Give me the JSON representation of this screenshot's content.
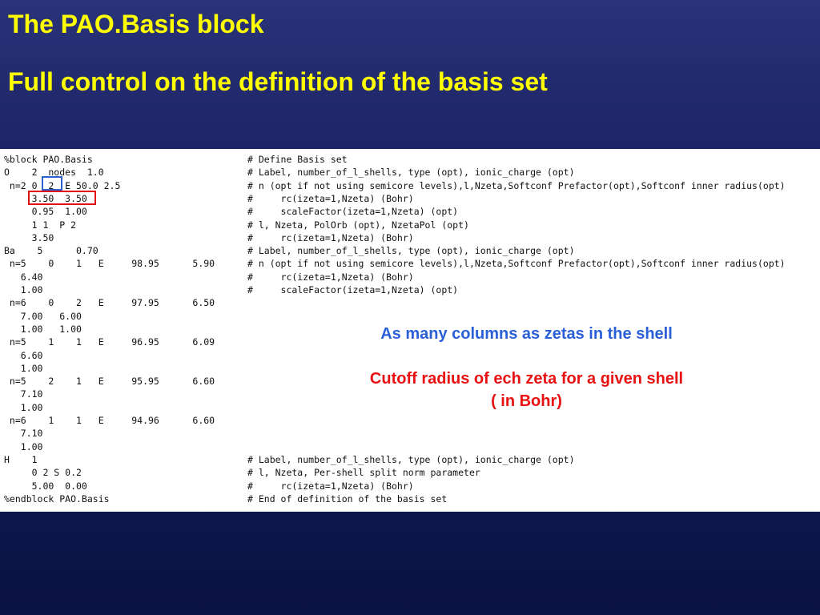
{
  "slide": {
    "title": "The PAO.Basis block",
    "subtitle": "Full control on the definition of the basis set"
  },
  "code": [
    {
      "c": "%block PAO.Basis",
      "m": "# Define Basis set"
    },
    {
      "c": "O    2  nodes  1.0",
      "m": "# Label, number_of_l_shells, type (opt), ionic_charge (opt)"
    },
    {
      "c": " n=2 0  2  E 50.0 2.5",
      "m": "# n (opt if not using semicore levels),l,Nzeta,Softconf Prefactor(opt),Softconf inner radius(opt)"
    },
    {
      "c": "     3.50  3.50",
      "m": "#     rc(izeta=1,Nzeta) (Bohr)"
    },
    {
      "c": "     0.95  1.00",
      "m": "#     scaleFactor(izeta=1,Nzeta) (opt)"
    },
    {
      "c": "     1 1  P 2",
      "m": "# l, Nzeta, PolOrb (opt), NzetaPol (opt)"
    },
    {
      "c": "     3.50",
      "m": "#     rc(izeta=1,Nzeta) (Bohr)"
    },
    {
      "c": "Ba    5      0.70",
      "m": "# Label, number_of_l_shells, type (opt), ionic_charge (opt)"
    },
    {
      "c": " n=5    0    1   E     98.95      5.90",
      "m": "# n (opt if not using semicore levels),l,Nzeta,Softconf Prefactor(opt),Softconf inner radius(opt)"
    },
    {
      "c": "   6.40",
      "m": "#     rc(izeta=1,Nzeta) (Bohr)"
    },
    {
      "c": "   1.00",
      "m": "#     scaleFactor(izeta=1,Nzeta) (opt)"
    },
    {
      "c": " n=6    0    2   E     97.95      6.50",
      "m": ""
    },
    {
      "c": "   7.00   6.00",
      "m": ""
    },
    {
      "c": "   1.00   1.00",
      "m": ""
    },
    {
      "c": " n=5    1    1   E     96.95      6.09",
      "m": ""
    },
    {
      "c": "   6.60",
      "m": ""
    },
    {
      "c": "   1.00",
      "m": ""
    },
    {
      "c": " n=5    2    1   E     95.95      6.60",
      "m": ""
    },
    {
      "c": "   7.10",
      "m": ""
    },
    {
      "c": "   1.00",
      "m": ""
    },
    {
      "c": " n=6    1    1   E     94.96      6.60",
      "m": ""
    },
    {
      "c": "   7.10",
      "m": ""
    },
    {
      "c": "   1.00",
      "m": ""
    },
    {
      "c": "H    1",
      "m": "# Label, number_of_l_shells, type (opt), ionic_charge (opt)"
    },
    {
      "c": "     0 2 S 0.2",
      "m": "# l, Nzeta, Per-shell split norm parameter"
    },
    {
      "c": "     5.00  0.00",
      "m": "#     rc(izeta=1,Nzeta) (Bohr)"
    },
    {
      "c": "%endblock PAO.Basis",
      "m": "# End of definition of the basis set"
    }
  ],
  "annotations": {
    "columns_note": "As many columns as zetas in the shell",
    "cutoff_note_line1": "Cutoff radius of ech zeta for a given shell",
    "cutoff_note_line2": "( in Bohr)"
  },
  "colors": {
    "title": "#ffff00",
    "nzeta_box": "#3060d0",
    "rc_box": "#e01010",
    "columns_note": "#2a5fd8",
    "cutoff_note": "#e81010"
  }
}
